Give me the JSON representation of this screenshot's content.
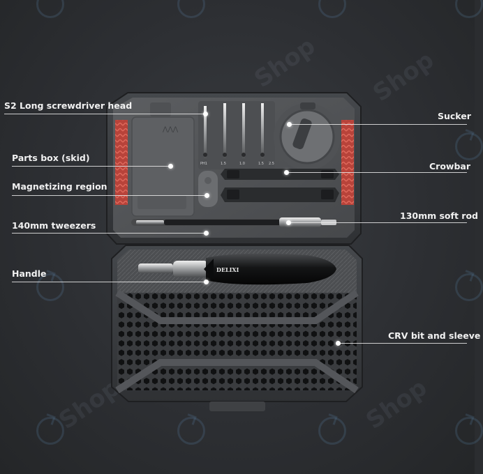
{
  "brand_text": "DELIXI",
  "labels": {
    "s2_head": "S2 Long screwdriver head",
    "parts_box": "Parts box (skid)",
    "magnetizing": "Magnetizing region",
    "tweezers": "140mm tweezers",
    "handle": "Handle",
    "sucker": "Sucker",
    "crowbar": "Crowbar",
    "soft_rod": "130mm soft rod",
    "crv_bits": "CRV bit and sleeve"
  },
  "bit_sizes": [
    "PH1",
    "1.5",
    "1.0",
    "1.5",
    "2.5"
  ],
  "watermark": "Shop",
  "colors": {
    "background": "#2d2f33",
    "case": "#3b3d41",
    "case_inner": "#555759",
    "accent_red": "#c4473c",
    "label_text": "#f1f1f1"
  }
}
